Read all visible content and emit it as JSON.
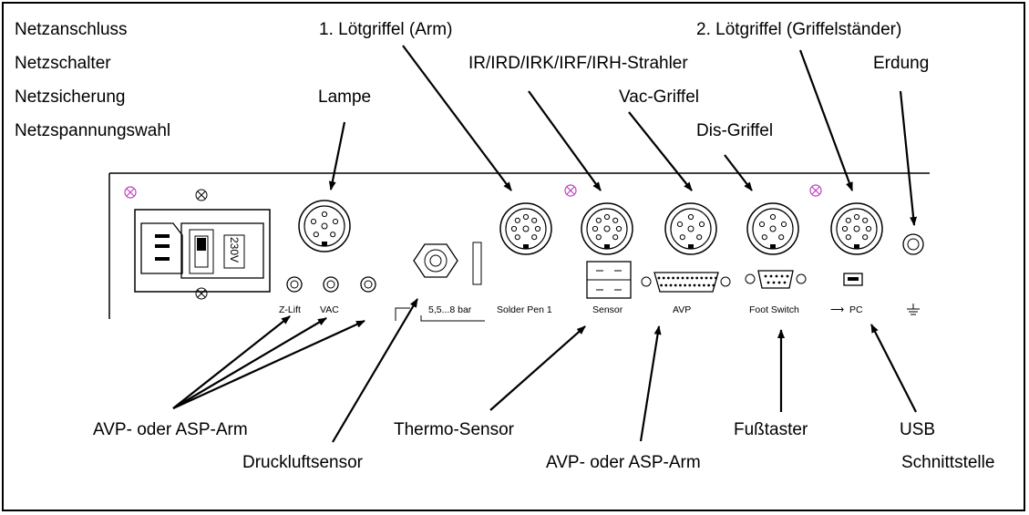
{
  "labels": {
    "netzanschluss": "Netzanschluss",
    "netzschalter": "Netzschalter",
    "netzsicherung": "Netzsicherung",
    "netzspannungswahl": "Netzspannungswahl",
    "lampe": "Lampe",
    "loetgriffel1": "1. Lötgriffel (Arm)",
    "strahler": "IR/IRD/IRK/IRF/IRH-Strahler",
    "vac_griffel": "Vac-Griffel",
    "dis_griffel": "Dis-Griffel",
    "loetgriffel2": "2. Lötgriffel (Griffelständer)",
    "erdung": "Erdung",
    "avp_asp_arm_left": "AVP- oder ASP-Arm",
    "druckluftsensor": "Druckluftsensor",
    "thermo_sensor": "Thermo-Sensor",
    "avp_asp_arm_right": "AVP- oder ASP-Arm",
    "fusstaster": "Fußtaster",
    "usb": "USB",
    "schnittstelle": "Schnittstelle"
  },
  "panel": {
    "voltage": "230V",
    "z_lift": "Z-Lift",
    "vac": "VAC",
    "pressure": "5,5...8 bar",
    "solder_pen": "Solder Pen 1",
    "sensor": "Sensor",
    "avp": "AVP",
    "foot_switch": "Foot Switch",
    "pc": "PC",
    "pc_arrow": "⟶"
  },
  "colors": {
    "screw_mark": "#c040c0",
    "line": "#000000"
  }
}
